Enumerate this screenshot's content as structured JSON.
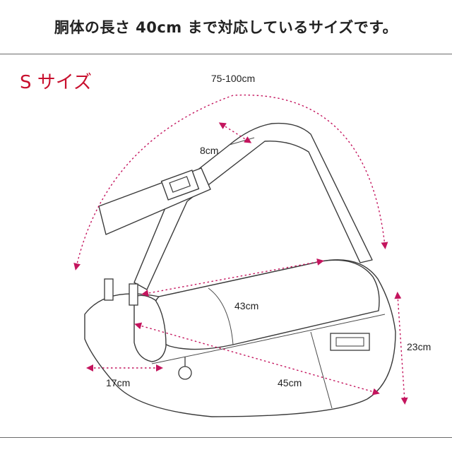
{
  "header": {
    "title": "胴体の長さ 40cm まで対応しているサイズです。"
  },
  "size_title": "S サイズ",
  "dimensions": {
    "strap_length": "75-100cm",
    "strap_width": "8cm",
    "top_length": "43cm",
    "bottom_length": "45cm",
    "height": "23cm",
    "side_depth": "17cm"
  },
  "colors": {
    "accent": "#c8102e",
    "arrow": "#c4155e"
  }
}
